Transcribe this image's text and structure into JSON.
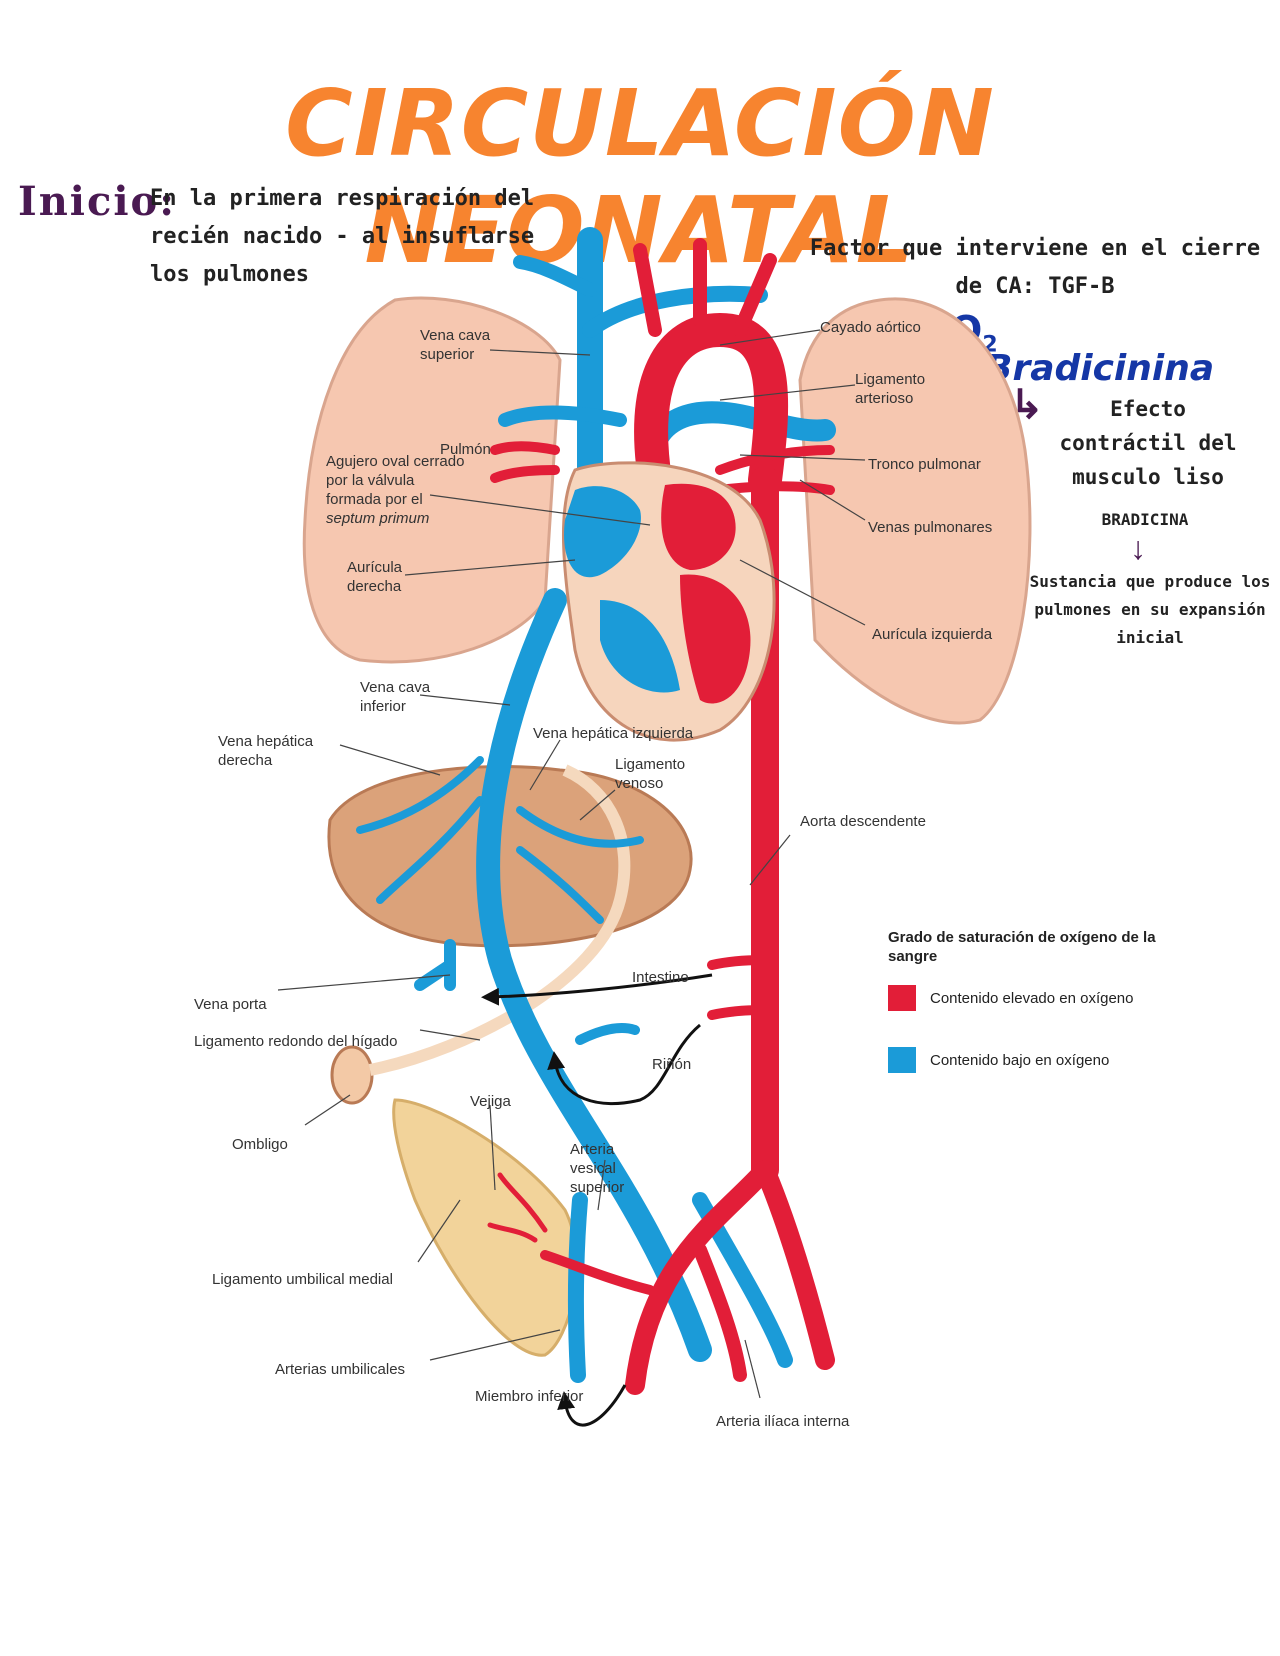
{
  "title": "CIRCULACIÓN NEONATAL",
  "colors": {
    "title": "#f7842f",
    "purple": "#4a1a52",
    "blue_hand": "#1537a6",
    "orange_arrow": "#f7842f",
    "oxygen_high": "#e21e38",
    "oxygen_low": "#1b9bd8",
    "lung": "#f6c7b0",
    "liver": "#dba27a",
    "bladder": "#f2d39a"
  },
  "notes": {
    "inicio_label": "Inicio:",
    "inicio_text": "En la primera respiración del recién nacido - al insuflarse los pulmones",
    "factor_text": "Factor que interviene en el cierre de CA: TGF-B",
    "o2_main": "O",
    "o2_sub": "2",
    "bradicinina": "Bradicinina",
    "efecto": "Efecto contráctil del musculo liso",
    "bradicina_heading": "BRADICINA",
    "sustancia": "Sustancia que produce los pulmones en su expansión inicial"
  },
  "labels": {
    "vena_cava_superior": "Vena cava superior",
    "cayado_aortico": "Cayado aórtico",
    "ligamento_arterioso": "Ligamento arterioso",
    "pulmon": "Pulmón",
    "agujero_oval": "Agujero oval cerrado por la válvula formada por el",
    "septum_primum": "septum primum",
    "tronco_pulmonar": "Tronco pulmonar",
    "venas_pulmonares": "Venas pulmonares",
    "auricula_derecha": "Aurícula derecha",
    "auricula_izquierda": "Aurícula izquierda",
    "vena_cava_inferior": "Vena cava inferior",
    "vena_hepatica_derecha": "Vena hepática derecha",
    "vena_hepatica_izquierda": "Vena hepática izquierda",
    "ligamento_venoso": "Ligamento venoso",
    "aorta_descendente": "Aorta descendente",
    "intestino": "Intestino",
    "vena_porta": "Vena porta",
    "ligamento_redondo": "Ligamento redondo del hígado",
    "rinon": "Riñón",
    "vejiga": "Vejiga",
    "ombligo": "Ombligo",
    "arteria_vesical_superior": "Arteria vesical superior",
    "ligamento_umbilical_medial": "Ligamento umbilical medial",
    "arterias_umbilicales": "Arterias umbilicales",
    "miembro_inferior": "Miembro inferior",
    "arteria_iliaca_interna": "Arteria ilíaca interna"
  },
  "legend": {
    "title": "Grado de saturación de oxígeno de la sangre",
    "high": "Contenido elevado en oxígeno",
    "low": "Contenido bajo en oxígeno"
  }
}
